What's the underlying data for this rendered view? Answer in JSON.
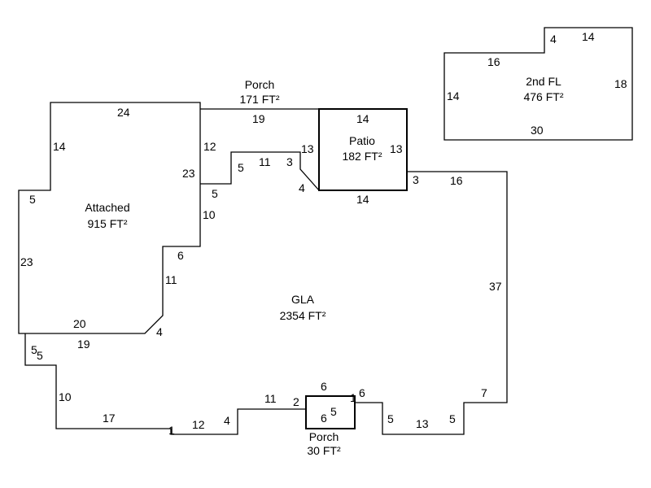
{
  "areas": {
    "attached": {
      "name": "Attached",
      "area": "915 FT²"
    },
    "porch_upper": {
      "name": "Porch",
      "area": "171 FT²"
    },
    "patio": {
      "name": "Patio",
      "area": "182 FT²"
    },
    "gla": {
      "name": "GLA",
      "area": "2354 FT²"
    },
    "porch_lower": {
      "name": "Porch",
      "area": "30 FT²"
    },
    "second_floor": {
      "name": "2nd FL",
      "area": "476 FT²"
    }
  },
  "dimensions": {
    "attached": [
      "24",
      "14",
      "5",
      "23",
      "23",
      "20",
      "4",
      "11",
      "6",
      "10"
    ],
    "porch_upper": [
      "19",
      "12",
      "5",
      "5",
      "11",
      "3",
      "13",
      "4"
    ],
    "patio": [
      "14",
      "13",
      "14"
    ],
    "gla": [
      "3",
      "16",
      "37",
      "7",
      "5",
      "13",
      "5",
      "6",
      "1",
      "2",
      "11",
      "4",
      "12",
      "1",
      "17",
      "10",
      "5",
      "5",
      "19"
    ],
    "porch_lower": [
      "6",
      "5",
      "6"
    ],
    "second_floor": [
      "4",
      "14",
      "16",
      "14",
      "18",
      "30"
    ]
  }
}
